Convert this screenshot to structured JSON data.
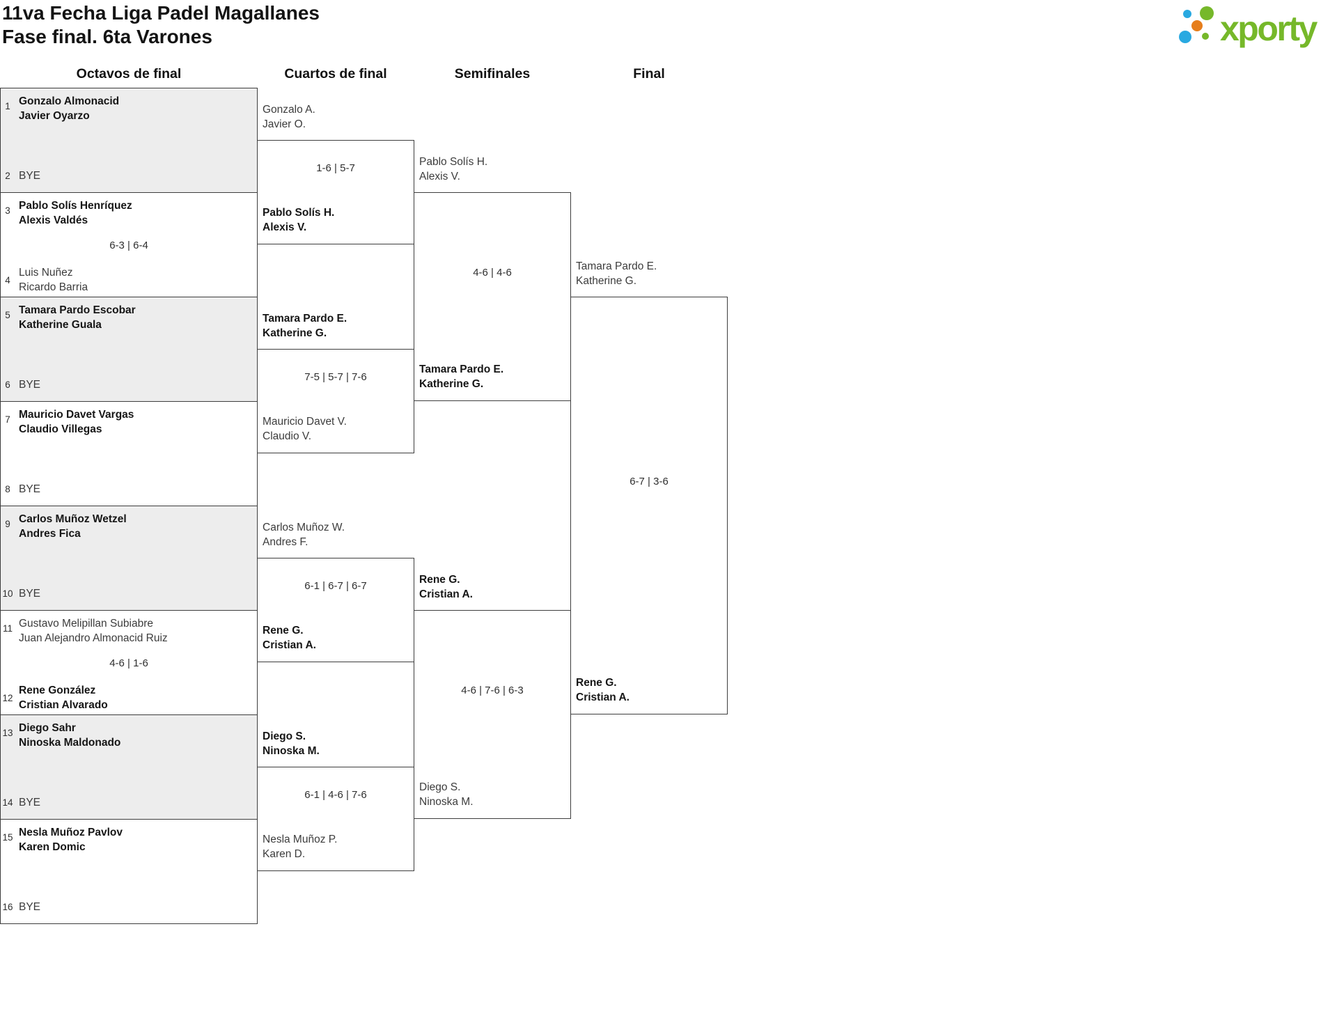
{
  "header": {
    "title_line1": "11va Fecha Liga Padel Magallanes",
    "title_line2": "Fase final. 6ta Varones"
  },
  "logo": {
    "text": "xporty",
    "green": "#76b82a",
    "blue": "#29a9e1",
    "orange": "#e67e1b"
  },
  "round_headers": [
    "Octavos de final",
    "Cuartos de final",
    "Semifinales",
    "Final"
  ],
  "bracket": {
    "octavos": [
      {
        "grey": true,
        "top": {
          "seed": "1",
          "lines": [
            "Gonzalo Almonacid",
            "Javier Oyarzo"
          ],
          "bold": true
        },
        "bottom": {
          "seed": "2",
          "lines": [
            "BYE"
          ],
          "bold": false,
          "bye": true
        },
        "score": ""
      },
      {
        "grey": false,
        "top": {
          "seed": "3",
          "lines": [
            "Pablo Solís Henríquez",
            "Alexis Valdés"
          ],
          "bold": true
        },
        "bottom": {
          "seed": "4",
          "lines": [
            "Luis Nuñez",
            "Ricardo Barria"
          ],
          "bold": false
        },
        "score": "6-3 | 6-4"
      },
      {
        "grey": true,
        "top": {
          "seed": "5",
          "lines": [
            "Tamara Pardo Escobar",
            "Katherine Guala"
          ],
          "bold": true
        },
        "bottom": {
          "seed": "6",
          "lines": [
            "BYE"
          ],
          "bold": false,
          "bye": true
        },
        "score": ""
      },
      {
        "grey": false,
        "top": {
          "seed": "7",
          "lines": [
            "Mauricio Davet Vargas",
            "Claudio Villegas"
          ],
          "bold": true
        },
        "bottom": {
          "seed": "8",
          "lines": [
            "BYE"
          ],
          "bold": false,
          "bye": true
        },
        "score": ""
      },
      {
        "grey": true,
        "top": {
          "seed": "9",
          "lines": [
            "Carlos Muñoz Wetzel",
            "Andres Fica"
          ],
          "bold": true
        },
        "bottom": {
          "seed": "10",
          "lines": [
            "BYE"
          ],
          "bold": false,
          "bye": true
        },
        "score": ""
      },
      {
        "grey": false,
        "top": {
          "seed": "11",
          "lines": [
            "Gustavo Melipillan Subiabre",
            "Juan Alejandro Almonacid Ruiz"
          ],
          "bold": false
        },
        "bottom": {
          "seed": "12",
          "lines": [
            "Rene González",
            "Cristian Alvarado"
          ],
          "bold": true
        },
        "score": "4-6 | 1-6"
      },
      {
        "grey": true,
        "top": {
          "seed": "13",
          "lines": [
            "Diego Sahr",
            "Ninoska Maldonado"
          ],
          "bold": true
        },
        "bottom": {
          "seed": "14",
          "lines": [
            "BYE"
          ],
          "bold": false,
          "bye": true
        },
        "score": ""
      },
      {
        "grey": false,
        "top": {
          "seed": "15",
          "lines": [
            "Nesla Muñoz Pavlov",
            "Karen Domic"
          ],
          "bold": true
        },
        "bottom": {
          "seed": "16",
          "lines": [
            "BYE"
          ],
          "bold": false,
          "bye": true
        },
        "score": ""
      }
    ],
    "cuartos": [
      {
        "top": {
          "lines": [
            "Gonzalo A.",
            "Javier O."
          ],
          "bold": false
        },
        "bottom": {
          "lines": [
            "Pablo Solís H.",
            "Alexis V."
          ],
          "bold": true
        },
        "score": "1-6 | 5-7"
      },
      {
        "top": {
          "lines": [
            "Tamara Pardo E.",
            "Katherine G."
          ],
          "bold": true
        },
        "bottom": {
          "lines": [
            "Mauricio Davet V.",
            "Claudio V."
          ],
          "bold": false
        },
        "score": "7-5 | 5-7 | 7-6"
      },
      {
        "top": {
          "lines": [
            "Carlos Muñoz W.",
            "Andres F."
          ],
          "bold": false
        },
        "bottom": {
          "lines": [
            "Rene G.",
            "Cristian A."
          ],
          "bold": true
        },
        "score": "6-1 | 6-7 | 6-7"
      },
      {
        "top": {
          "lines": [
            "Diego S.",
            "Ninoska M."
          ],
          "bold": true
        },
        "bottom": {
          "lines": [
            "Nesla Muñoz P.",
            "Karen D."
          ],
          "bold": false
        },
        "score": "6-1 | 4-6 | 7-6"
      }
    ],
    "semifinales": [
      {
        "top": {
          "lines": [
            "Pablo Solís H.",
            "Alexis V."
          ],
          "bold": false
        },
        "bottom": {
          "lines": [
            "Tamara Pardo E.",
            "Katherine G."
          ],
          "bold": true
        },
        "score": "4-6 | 4-6"
      },
      {
        "top": {
          "lines": [
            "Rene G.",
            "Cristian A."
          ],
          "bold": true
        },
        "bottom": {
          "lines": [
            "Diego S.",
            "Ninoska M."
          ],
          "bold": false
        },
        "score": "4-6 | 7-6 | 6-3"
      }
    ],
    "final": [
      {
        "top": {
          "lines": [
            "Tamara Pardo E.",
            "Katherine G."
          ],
          "bold": false
        },
        "bottom": {
          "lines": [
            "Rene G.",
            "Cristian A."
          ],
          "bold": true
        },
        "score": "6-7 | 3-6"
      }
    ]
  }
}
